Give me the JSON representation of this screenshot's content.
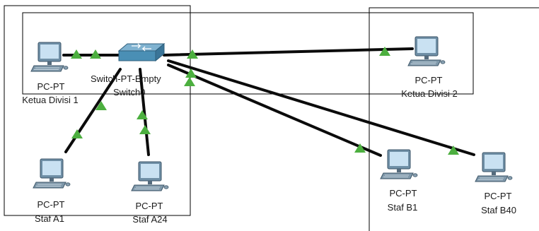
{
  "switch": {
    "type": "Switch-PT-Empty",
    "name": "Switch0"
  },
  "devices": {
    "ketua1": {
      "type": "PC-PT",
      "name": "Ketua Divisi 1"
    },
    "ketua2": {
      "type": "PC-PT",
      "name": "Ketua Divisi 2"
    },
    "stafA1": {
      "type": "PC-PT",
      "name": "Staf A1"
    },
    "stafA24": {
      "type": "PC-PT",
      "name": "Staf A24"
    },
    "stafB1": {
      "type": "PC-PT",
      "name": "Staf B1"
    },
    "stafB40": {
      "type": "PC-PT",
      "name": "Staf B40"
    }
  },
  "link_status": "up",
  "colors": {
    "link": "#0b0b0b",
    "link_up_indicator": "#4caf3f",
    "switch_body": "#4a8fb5",
    "monitor_frame": "#6f8fa6",
    "monitor_screen": "#c9e1f2",
    "area_border": "#000000"
  },
  "icons": {
    "switch": "network-switch-icon",
    "pc": "desktop-computer-icon"
  }
}
